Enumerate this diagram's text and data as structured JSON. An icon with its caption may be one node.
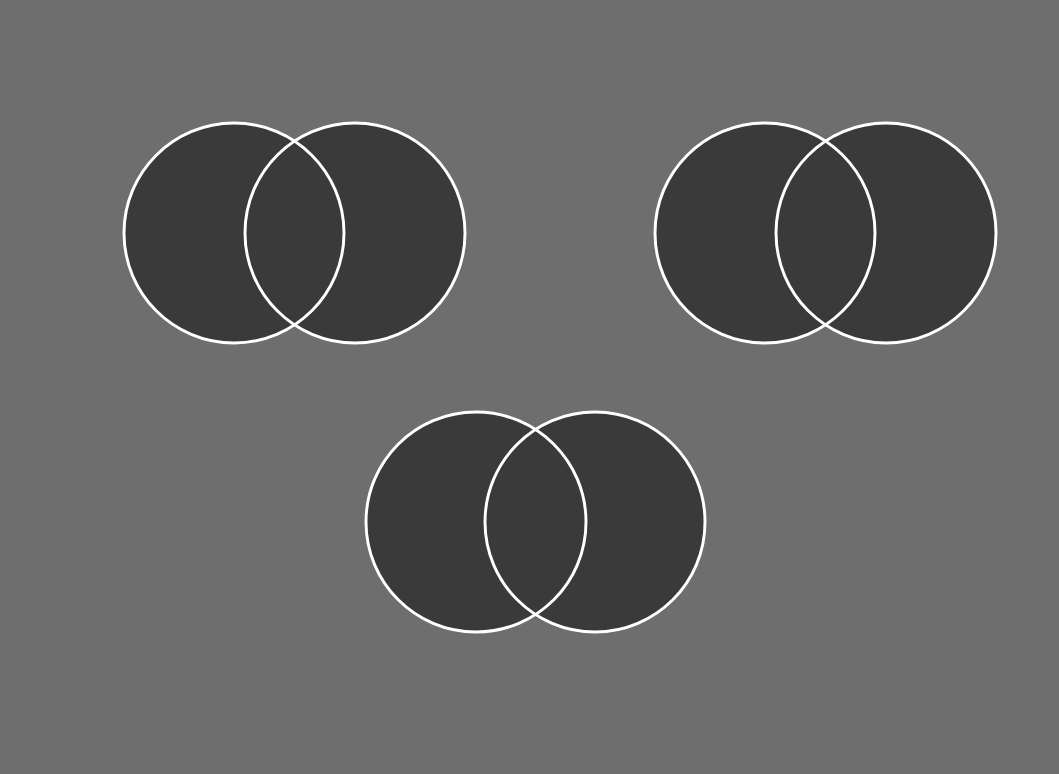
{
  "diagram": {
    "nodes": [
      {
        "text": [],
        "shape": "circle"
      },
      {
        "text": [],
        "shape": "circle"
      },
      {
        "text": [],
        "shape": "circle"
      },
      {
        "text": [],
        "shape": "circle"
      },
      {
        "text": [],
        "shape": "circle"
      },
      {
        "text": [],
        "shape": "circle"
      }
    ]
  }
}
